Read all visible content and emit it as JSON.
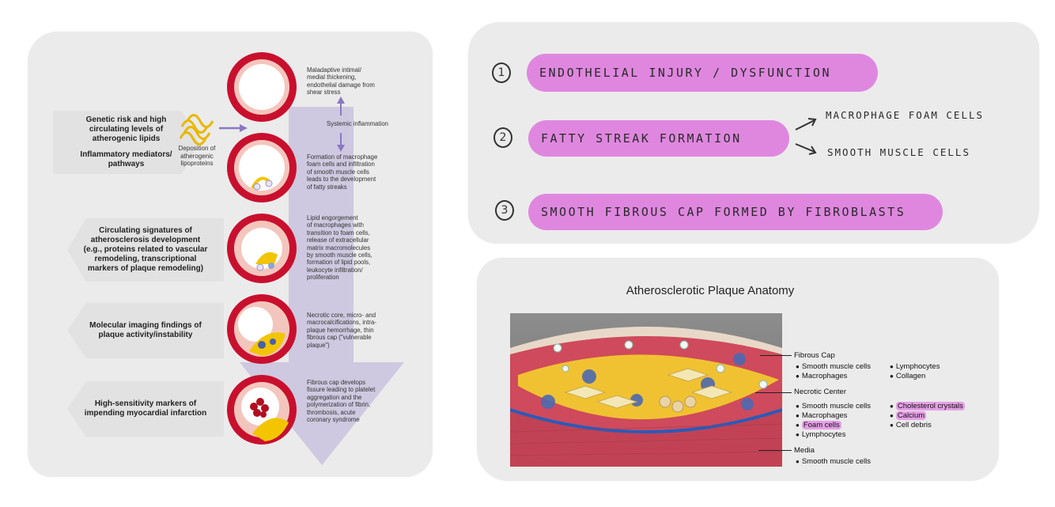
{
  "left_diagram": {
    "chevrons": [
      {
        "lines": [
          "Genetic risk and high",
          "circulating levels of",
          "atherogenic lipids"
        ],
        "lines2": [
          "Inflammatory mediators/",
          "pathways"
        ]
      },
      {
        "lines": [
          "Circulating signatures of",
          "atherosclerosis development",
          "(e.g., proteins related to vascular",
          "remodeling, transcriptional",
          "markers of plaque remodeling)"
        ]
      },
      {
        "lines": [
          "Molecular imaging findings of",
          "plaque activity/instability"
        ]
      },
      {
        "lines": [
          "High-sensitivity markers of",
          "impending myocardial infarction"
        ]
      }
    ],
    "deposition_label": [
      "Deposition of",
      "atherogenic",
      "lipoproteins"
    ],
    "systemic_label": "Systemic inflammation",
    "descriptions": [
      [
        "Maladaptive intimal/",
        "medial thickening,",
        "endothelial damage from",
        "shear stress"
      ],
      [
        "Formation of macrophage",
        "foam cells and infiltration",
        "of smooth muscle cells",
        "leads to the development",
        "of fatty streaks"
      ],
      [
        "Lipid engorgement",
        "of macrophages with",
        "transition to foam cells,",
        "release of extracellular",
        "matrix macromolecules",
        "by smooth muscle cells,",
        "formation of lipid pools,",
        "leukocyte infiltration/",
        "proliferation"
      ],
      [
        "Necrotic core, micro- and",
        "macrocalcifications, intra-",
        "plaque hemorrhage, thin",
        "fibrous cap (\"vulnerable",
        "plaque\")"
      ],
      [
        "Fibrous cap develops",
        "fissure leading to platelet",
        "aggregation and the",
        "polymerization of fibrin,",
        "thrombosis, acute",
        "coronary syndrome"
      ]
    ],
    "colors": {
      "arrow": "#c9c3de",
      "vessel_outer": "#c8102e",
      "vessel_inner": "#f3c6bd",
      "lipid": "#f2c500"
    }
  },
  "notes": {
    "items": [
      {
        "number": "1",
        "text": "ENDOTHELIAL  INJURY / DYSFUNCTION"
      },
      {
        "number": "2",
        "text": "FATTY  STREAK  FORMATION"
      },
      {
        "number": "3",
        "text": "SMOOTH  FIBROUS  CAP  FORMED  BY  FIBROBLASTS"
      }
    ],
    "branches": [
      "MACROPHAGE  FOAM  CELLS",
      "SMOOTH  MUSCLE  CELLS"
    ],
    "highlight_color": "#df87df"
  },
  "anatomy": {
    "title": "Atherosclerotic Plaque Anatomy",
    "fibrous_cap": {
      "heading": "Fibrous Cap",
      "col1": [
        "Smooth muscle cells",
        "Macrophages"
      ],
      "col2": [
        "Lymphocytes",
        "Collagen"
      ]
    },
    "necrotic_center": {
      "heading": "Necrotic Center",
      "col1": [
        "Smooth muscle cells",
        "Macrophages",
        "Foam cells",
        "Lymphocytes"
      ],
      "col2": [
        "Cholesterol crystals",
        "Calcium",
        "Cell debris"
      ]
    },
    "media": {
      "heading": "Media",
      "col1": [
        "Smooth muscle cells"
      ]
    }
  }
}
